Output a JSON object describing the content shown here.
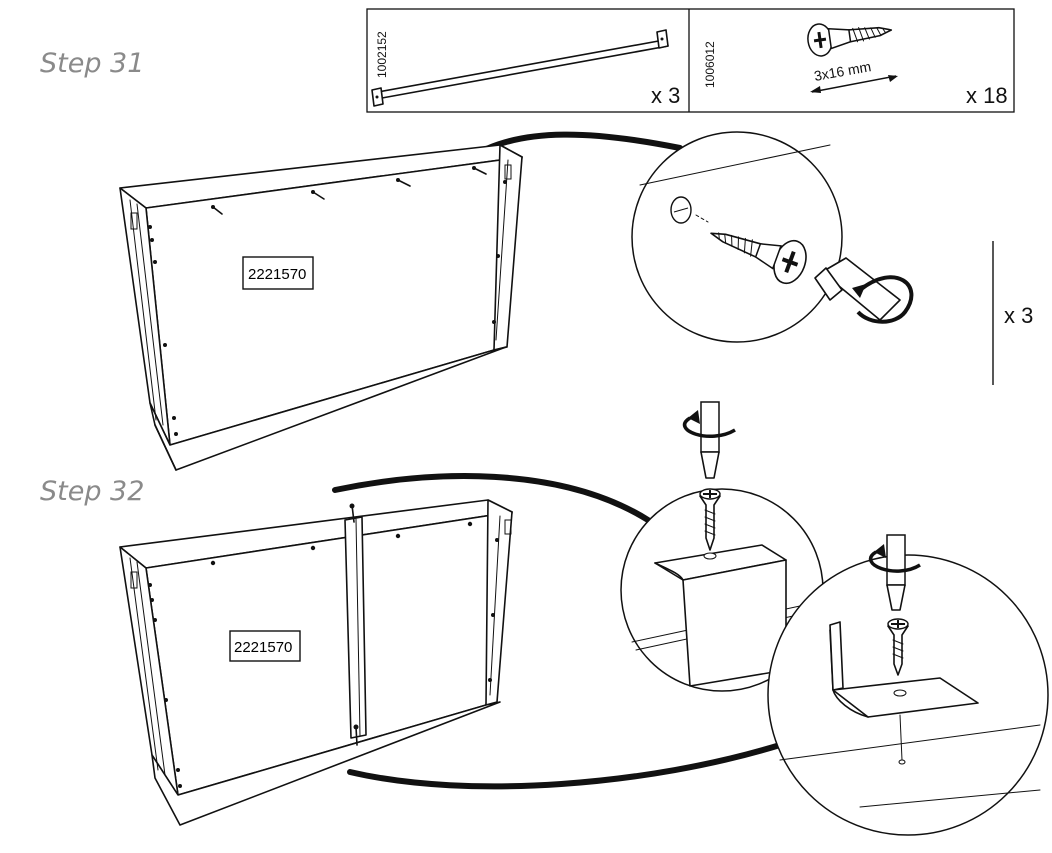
{
  "steps": {
    "step31": {
      "title": "Step 31",
      "panel_label": "2221570",
      "repeat": "x 3"
    },
    "step32": {
      "title": "Step 32",
      "panel_label": "2221570"
    }
  },
  "parts": [
    {
      "id": "1002152",
      "quantity": "x 3",
      "icon": "metal-rail-icon"
    },
    {
      "id": "1006012",
      "quantity": "x 18",
      "icon": "screw-icon",
      "dimension": "3x16 mm"
    }
  ]
}
